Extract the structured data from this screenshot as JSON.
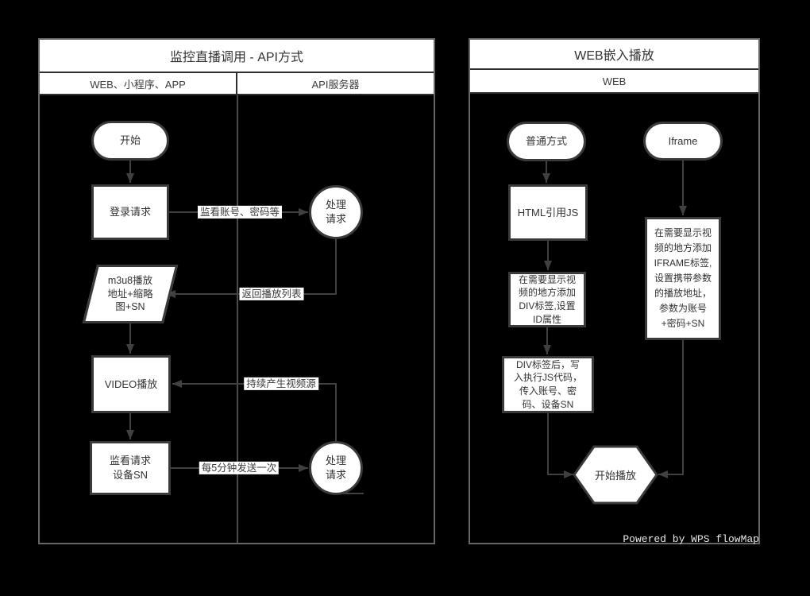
{
  "colors": {
    "background": "#000000",
    "panel_fill": "#ffffff",
    "shape_fill": "#ffffff",
    "shape_border": "#3a3a3a",
    "connector": "#404040",
    "panel_border": "#666666",
    "text": "#333333",
    "footer_text": "#e8e8e8"
  },
  "left_panel": {
    "title": "监控直播调用 - API方式",
    "lanes": [
      {
        "label": "WEB、小程序、APP"
      },
      {
        "label": "API服务器"
      }
    ],
    "nodes": {
      "start": "开始",
      "login": "登录请求",
      "process1": "处理\n请求",
      "m3u8": "m3u8播放\n地址+缩略\n图+SN",
      "video": "VIDEO播放",
      "monitor": "监看请求\n设备SN",
      "process2": "处理\n请求"
    },
    "edge_labels": {
      "login_to_process": "监看账号、密码等",
      "process_to_m3u8": "返回播放列表",
      "to_video": "持续产生视频源",
      "monitor_to_process": "每5分钟发送一次"
    }
  },
  "right_panel": {
    "title": "WEB嵌入播放",
    "lanes": [
      {
        "label": "WEB"
      }
    ],
    "nodes": {
      "normal": "普通方式",
      "html_js": "HTML引用JS",
      "div_tag": "在需要显示视\n频的地方添加\nDIV标签,设置\nID属性",
      "div_js": "DIV标签后，写\n入执行JS代码，\n传入账号、密\n码、设备SN",
      "iframe": "Iframe",
      "iframe_tag": "在需要显示视\n频的地方添加\nIFRAME标签,\n设置携带参数\n的播放地址，\n参数为账号\n+密码+SN",
      "play": "开始播放"
    }
  },
  "footer": {
    "credit": "Powered by WPS flowMap"
  }
}
